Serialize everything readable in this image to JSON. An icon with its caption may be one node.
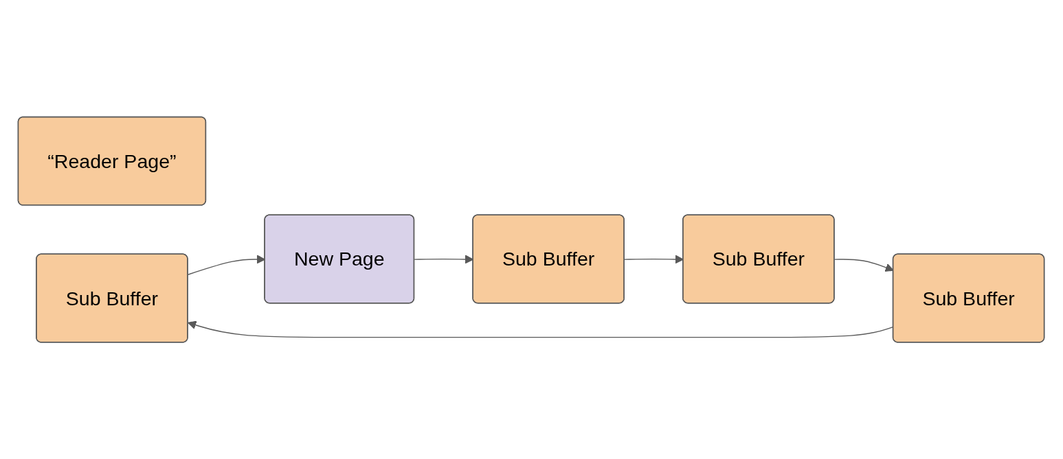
{
  "diagram": {
    "nodes": [
      {
        "text": [
          "“Reader Page”"
        ]
      },
      {
        "text": [
          "Sub Buffer"
        ]
      },
      {
        "text": [
          "New Page"
        ]
      },
      {
        "text": [
          "Sub Buffer"
        ]
      },
      {
        "text": [
          "Sub Buffer"
        ]
      },
      {
        "text": [
          "Sub Buffer"
        ]
      }
    ],
    "edges": [
      {
        "from": 1,
        "to": 2,
        "arrow": "to"
      },
      {
        "from": 2,
        "to": 3,
        "arrow": "to"
      },
      {
        "from": 3,
        "to": 4,
        "arrow": "to"
      },
      {
        "from": 4,
        "to": 5,
        "arrow": "to"
      },
      {
        "from": 5,
        "to": 1,
        "arrow": "to"
      }
    ]
  }
}
